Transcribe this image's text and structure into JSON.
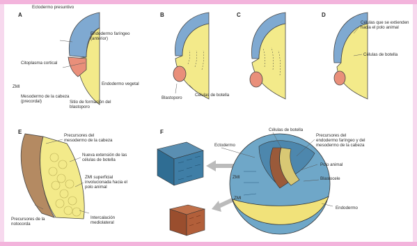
{
  "colors": {
    "page_bg": "#f7d9ee",
    "accent_bar": "#f3b4dc",
    "ectoderm_blue": "#7fa9d1",
    "endoderm_yellow": "#f3ea8a",
    "mesoderm_salmon": "#e98f7a",
    "outline": "#444444"
  },
  "panels": {
    "A": {
      "letter": "A",
      "labels": {
        "ectodermo_presuntivo": "Ectodermo presuntivo",
        "endodermo_faringeo": "Endodermo faríngeo (anterior)",
        "citoplasma_cortical": "Citoplasma cortical",
        "zmi": "ZMI",
        "mesodermo_cabeza": "Mesodermo de la cabeza (precordal)",
        "sitio_blastoporo": "Sitio de formación del blastoporo",
        "endodermo_vegetal": "Endodermo vegetal"
      }
    },
    "B": {
      "letter": "B",
      "labels": {
        "blastoporo": "Blastoporo",
        "celulas_botella": "Células de botella"
      }
    },
    "C": {
      "letter": "C"
    },
    "D": {
      "letter": "D",
      "labels": {
        "celulas_extendidas": "Células que se extienden hacia el polo animal",
        "celulas_botella": "Células de botella"
      }
    },
    "E": {
      "letter": "E",
      "labels": {
        "precursores_mesodermo": "Precursores del mesodermo de la cabeza",
        "nueva_extension": "Nueva extensión de las células de botella",
        "zmi_superficial": "ZMI superficial involucionada hacia el polo animal",
        "precursores_notocorda": "Precursores de la notocorda",
        "intercalacion": "Intercalación mediolateral"
      }
    },
    "F": {
      "letter": "F",
      "labels": {
        "celulas_botella": "Células de botella",
        "ectodermo": "Ectodermo",
        "precursores_endodermo": "Precursores del endodermo faríngeo y del mesodermo de la cabeza",
        "polo_animal": "Polo animal",
        "blastocele": "Blastocele",
        "endodermo": "Endodermo",
        "zmi_1": "ZMI",
        "zmi_2": "ZMI"
      }
    }
  }
}
